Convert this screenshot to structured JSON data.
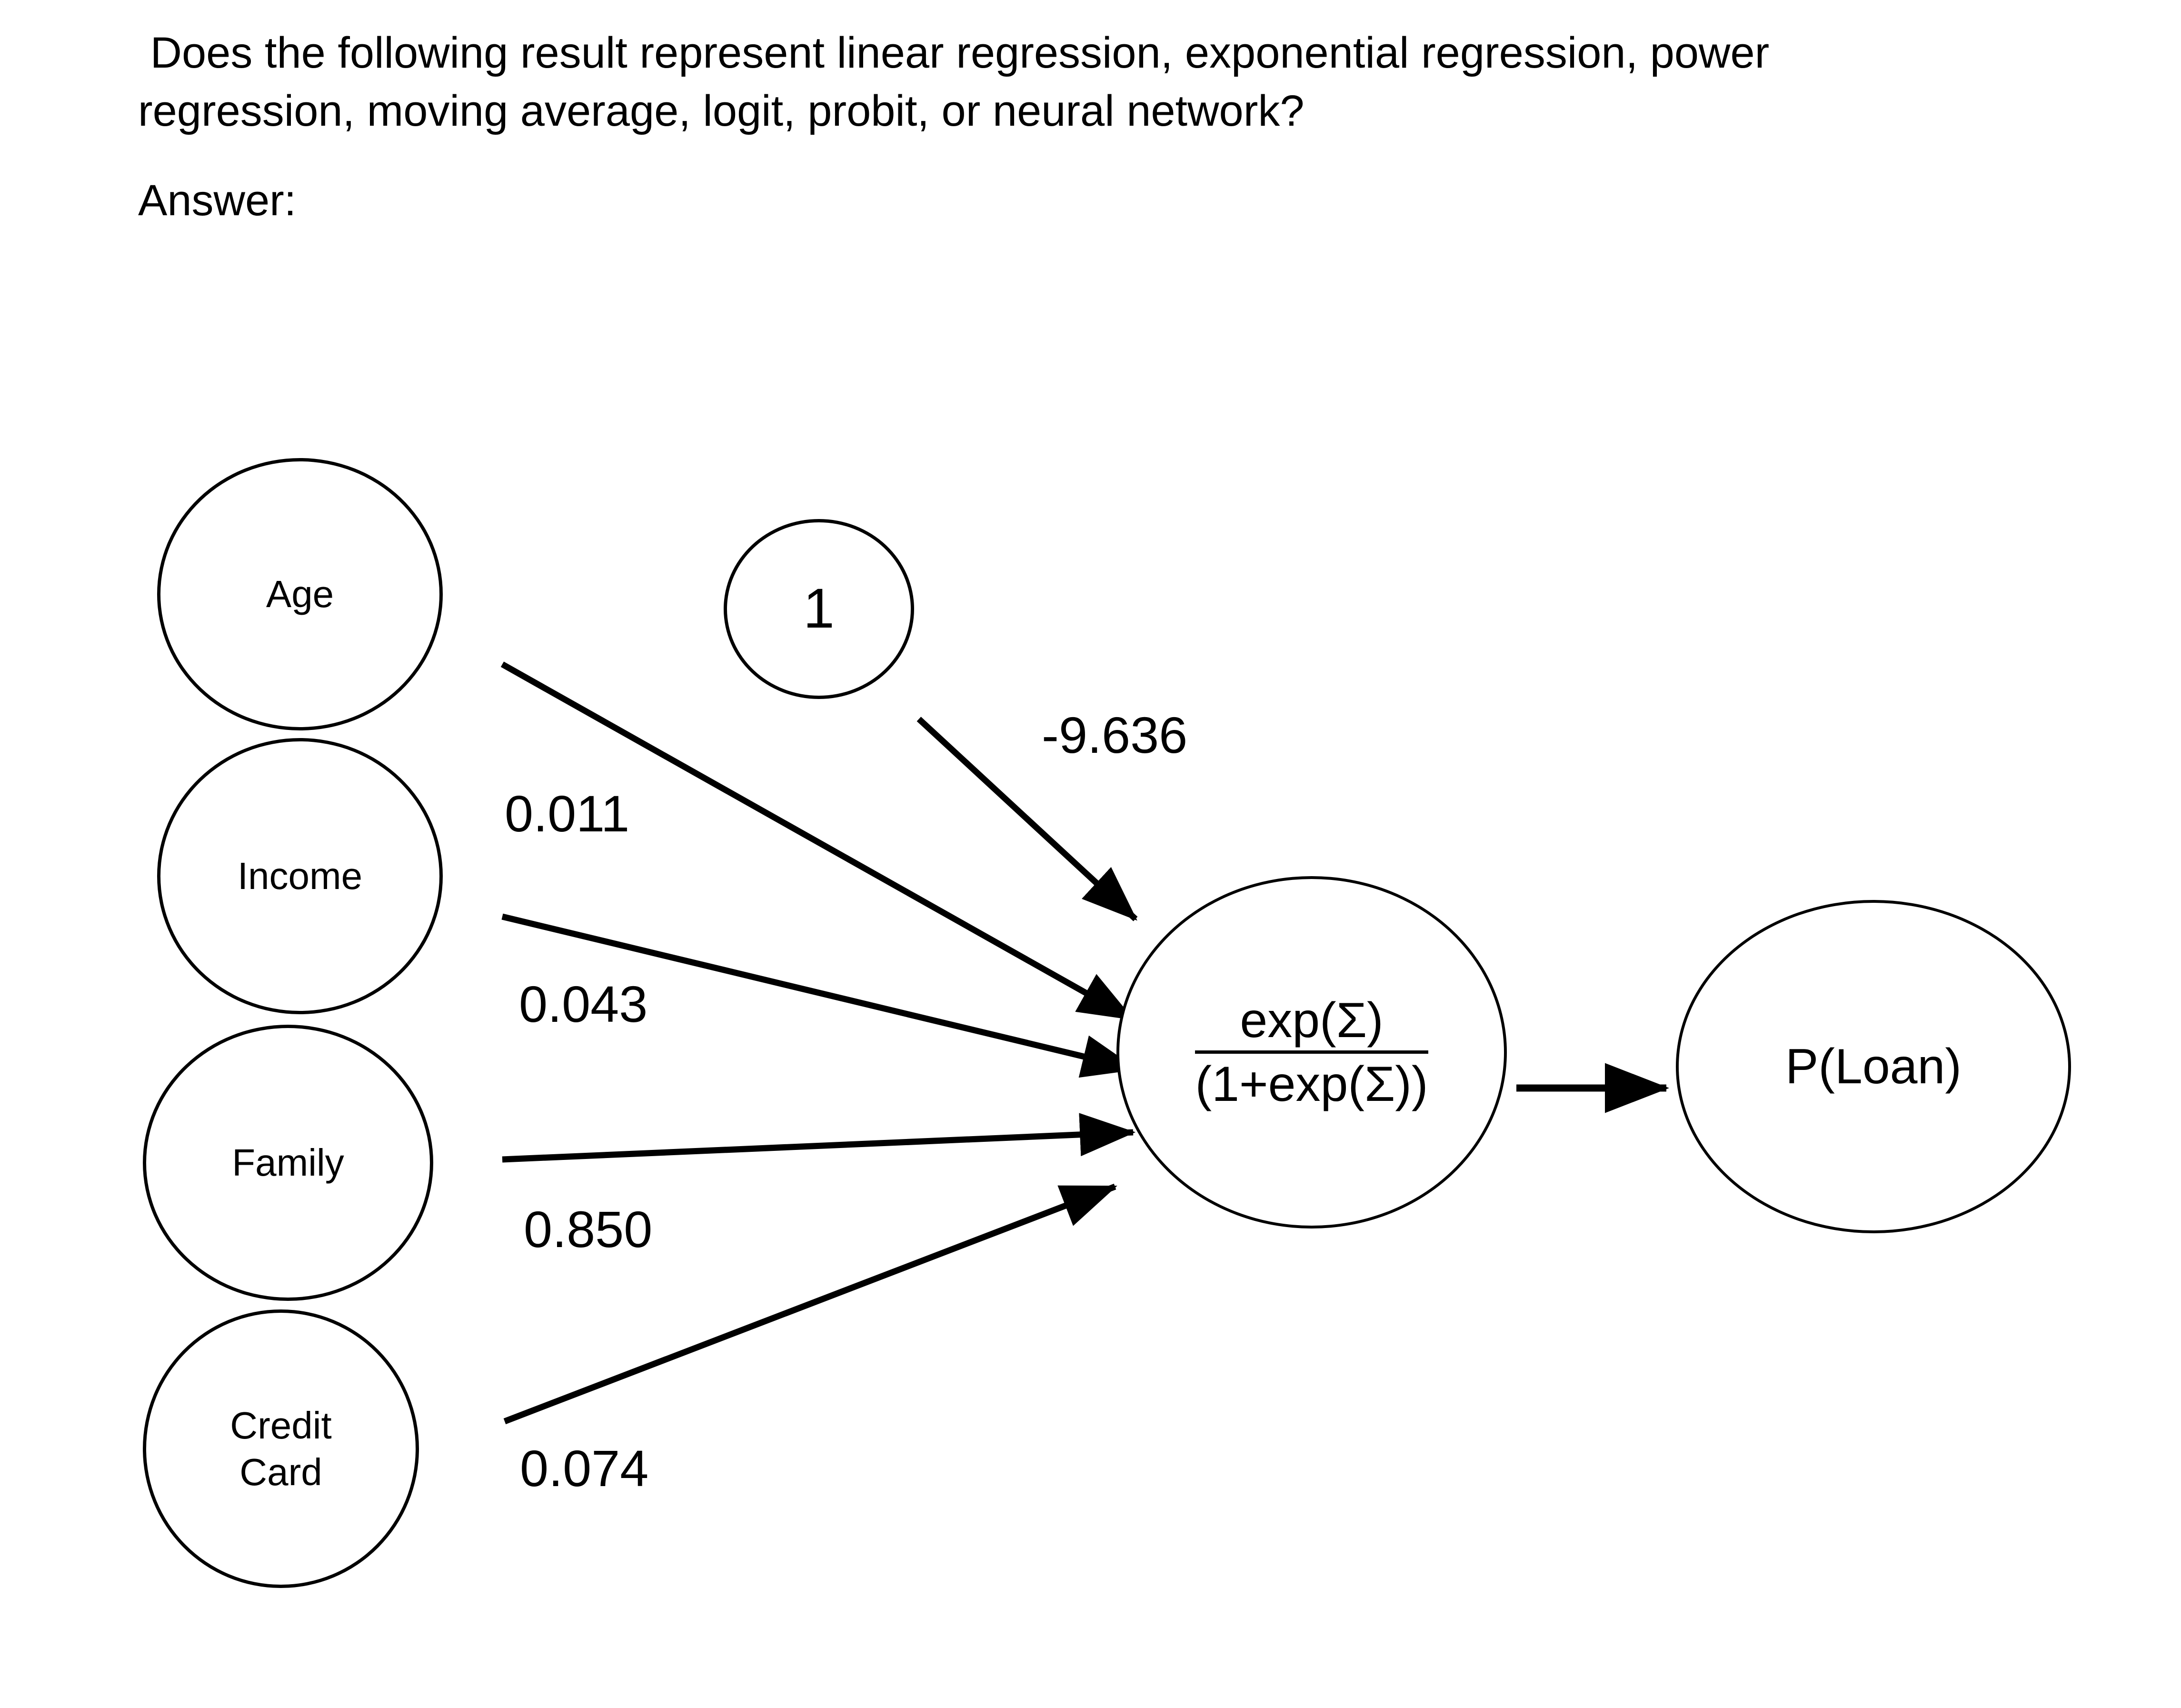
{
  "question": {
    "text": " Does the following result represent linear regression, exponential regression, power regression, moving average, logit, probit, or neural network?",
    "answer_label": "Answer:"
  },
  "diagram": {
    "type": "neural-network-logit-diagram",
    "stroke_color": "#000000",
    "background_color": "#ffffff",
    "input_nodes": [
      {
        "id": "age",
        "label": "Age"
      },
      {
        "id": "income",
        "label": "Income"
      },
      {
        "id": "family",
        "label": "Family"
      },
      {
        "id": "credit",
        "label": "Credit\nCard"
      }
    ],
    "bias_node": {
      "id": "bias",
      "label": "1"
    },
    "hidden_node": {
      "id": "sigmoid",
      "numerator": "exp(Σ)",
      "denominator": "(1+exp(Σ))"
    },
    "output_node": {
      "id": "output",
      "label": "P(Loan)"
    },
    "weights": [
      {
        "id": "w-bias",
        "from": "bias",
        "to": "sigmoid",
        "value": "-9.636"
      },
      {
        "id": "w-age",
        "from": "age",
        "to": "sigmoid",
        "value": "0.011"
      },
      {
        "id": "w-income",
        "from": "income",
        "to": "sigmoid",
        "value": "0.043"
      },
      {
        "id": "w-family",
        "from": "family",
        "to": "sigmoid",
        "value": "0.850"
      },
      {
        "id": "w-credit",
        "from": "credit",
        "to": "sigmoid",
        "value": "0.074"
      }
    ]
  }
}
